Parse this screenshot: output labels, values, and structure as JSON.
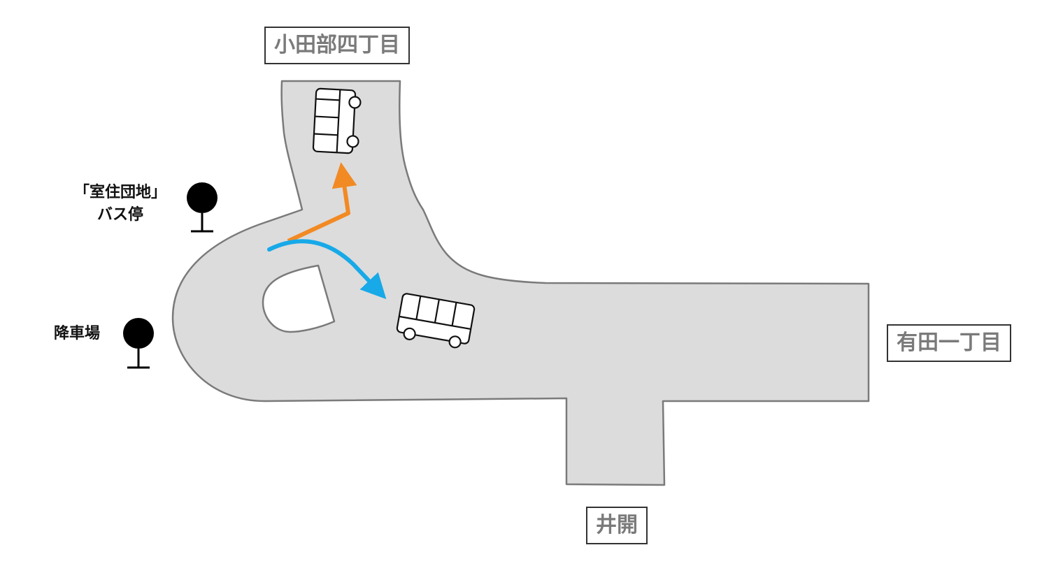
{
  "destinations": {
    "north": "小田部四丁目",
    "east": "有田一丁目",
    "south": "井開"
  },
  "stops": {
    "bus_stop": {
      "line1": "「室住団地」",
      "line2": "バス停"
    },
    "drop_off": {
      "label": "降車場"
    }
  },
  "colors": {
    "road": "#dcdcdc",
    "road_edge": "#7a7a7a",
    "route_north": "#f28a24",
    "route_east": "#17a9e8",
    "stop_marker": "#000000",
    "label_text": "#7a7a7a"
  },
  "icons": {
    "bus_north": "bus-icon",
    "bus_east": "bus-icon",
    "stop_marker": "bus-stop-pole-icon"
  }
}
